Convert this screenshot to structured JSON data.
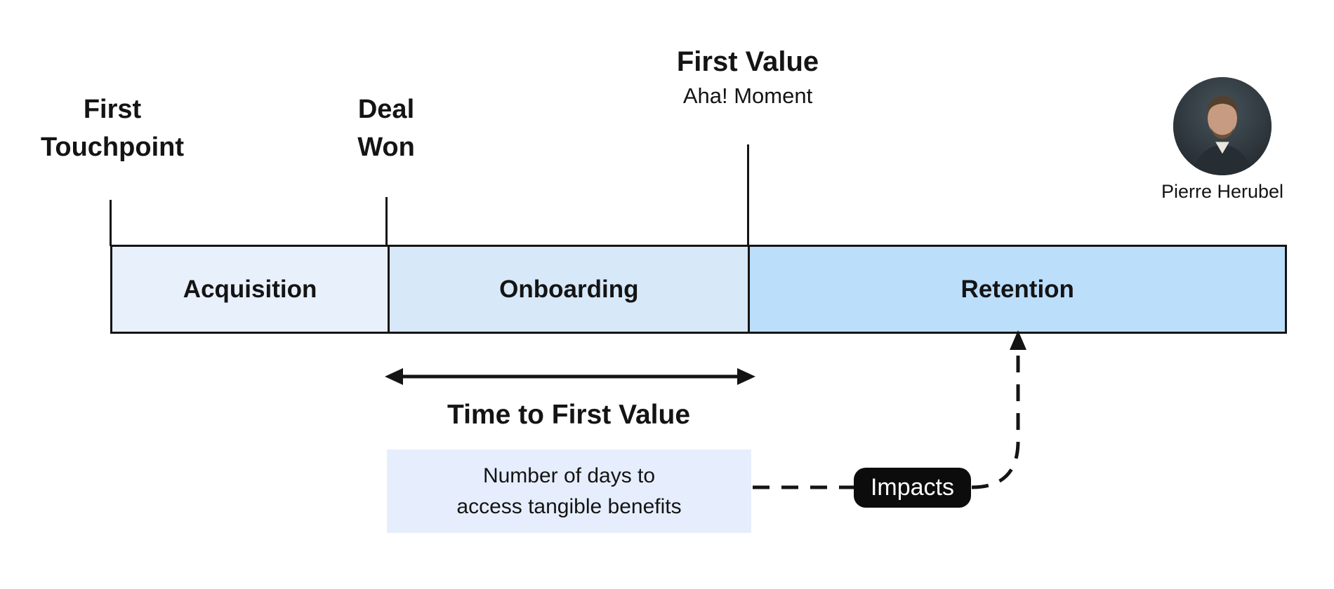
{
  "attribution": {
    "name": "Pierre Herubel"
  },
  "milestones": {
    "first_touchpoint": {
      "line1": "First",
      "line2": "Touchpoint"
    },
    "deal_won": {
      "line1": "Deal",
      "line2": "Won"
    },
    "first_value": {
      "title": "First Value",
      "subtitle": "Aha! Moment"
    }
  },
  "timeline": {
    "phases": [
      {
        "label": "Acquisition",
        "fill": "#e8f0fc"
      },
      {
        "label": "Onboarding",
        "fill": "#d7e8f9"
      },
      {
        "label": "Retention",
        "fill": "#bbdefb"
      }
    ]
  },
  "annotations": {
    "time_to_first_value": {
      "label": "Time to First Value",
      "note_line1": "Number of days to",
      "note_line2": "access tangible benefits",
      "note_fill": "#e6eefd"
    },
    "impacts": {
      "label": "Impacts",
      "badge_color": "#0c0c0c",
      "text_color": "#ffffff"
    }
  },
  "colors": {
    "background": "#ffffff",
    "line": "#141414",
    "text": "#141414"
  }
}
